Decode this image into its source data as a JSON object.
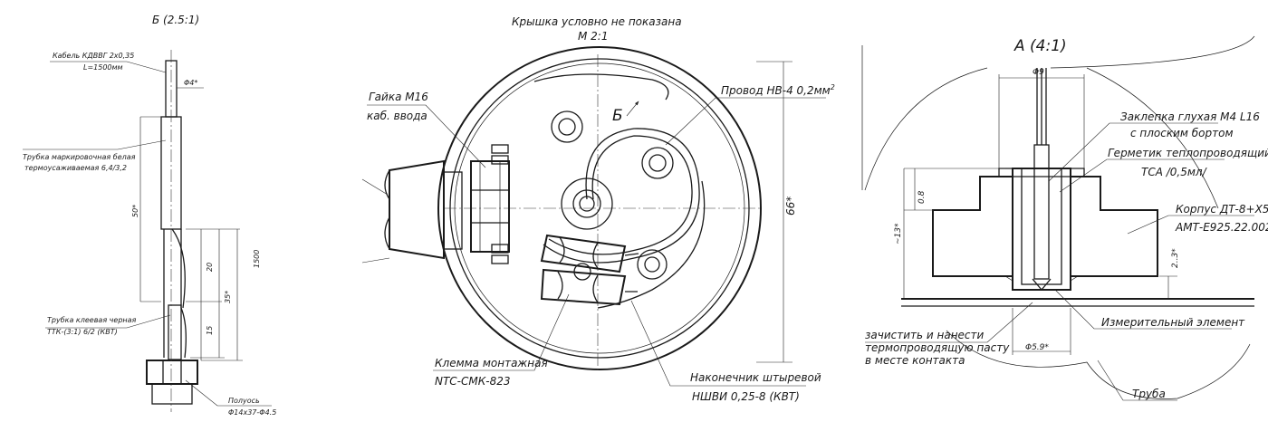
{
  "viewB": {
    "title": "Б (2.5:1)",
    "cable_line1": "Кабель КДВВГ 2х0,35",
    "cable_line2": "L=1500мм",
    "dim_d4": "Φ4*",
    "tube_marking_line1": "Трубка маркировочная белая",
    "tube_marking_line2": "термоусаживаемая 6,4/3,2",
    "dim_50": "50*",
    "dim_20": "20",
    "dim_35": "35*",
    "dim_15": "15",
    "dim_1500": "1500",
    "tube_glue_line1": "Трубка клеевая черная",
    "tube_glue_line2": "ТТК-(3:1) 6/2 (КВТ)",
    "pin_line1": "Полуось",
    "pin_line2": "Φ14х37-Φ4.5"
  },
  "mainView": {
    "title_line1": "Крышка условно не показана",
    "title_line2": "М 2:1",
    "nut_line1": "Гайка М16",
    "nut_line2": "каб. ввода",
    "view_b_marker": "Б",
    "wire_label": "Провод НВ-4  0,2мм",
    "wire_sup": "2",
    "dim_66": "66*",
    "terminal_line1": "Клемма монтажная",
    "terminal_line2": "NTC-СМК-823",
    "lug_line1": "Наконечник штыревой",
    "lug_line2": "НШВИ 0,25-8 (КВТ)"
  },
  "viewA": {
    "title": "А (4:1)",
    "dim_d9": "Φ9",
    "rivet_line1": "Заклепка глухая М4 L16",
    "rivet_line2": "с плоским бортом",
    "sealant_line1": "Герметик теплопроводящий",
    "sealant_line2": "ТСА  /0,5мл/",
    "body_line1": "Корпус ДТ-8+Х5",
    "body_line2": "АМТ-Е925.22.002",
    "dim_08": "0.8",
    "dim_13": "~13*",
    "dim_23": "2..3*",
    "clean_line1": "зачистить и нанести",
    "clean_line2": "термопроводящую пасту",
    "clean_line3": "в месте контакта",
    "element_label": "Измерительный элемент",
    "dim_d59": "Φ5.9*",
    "pipe_label": "Труба"
  }
}
